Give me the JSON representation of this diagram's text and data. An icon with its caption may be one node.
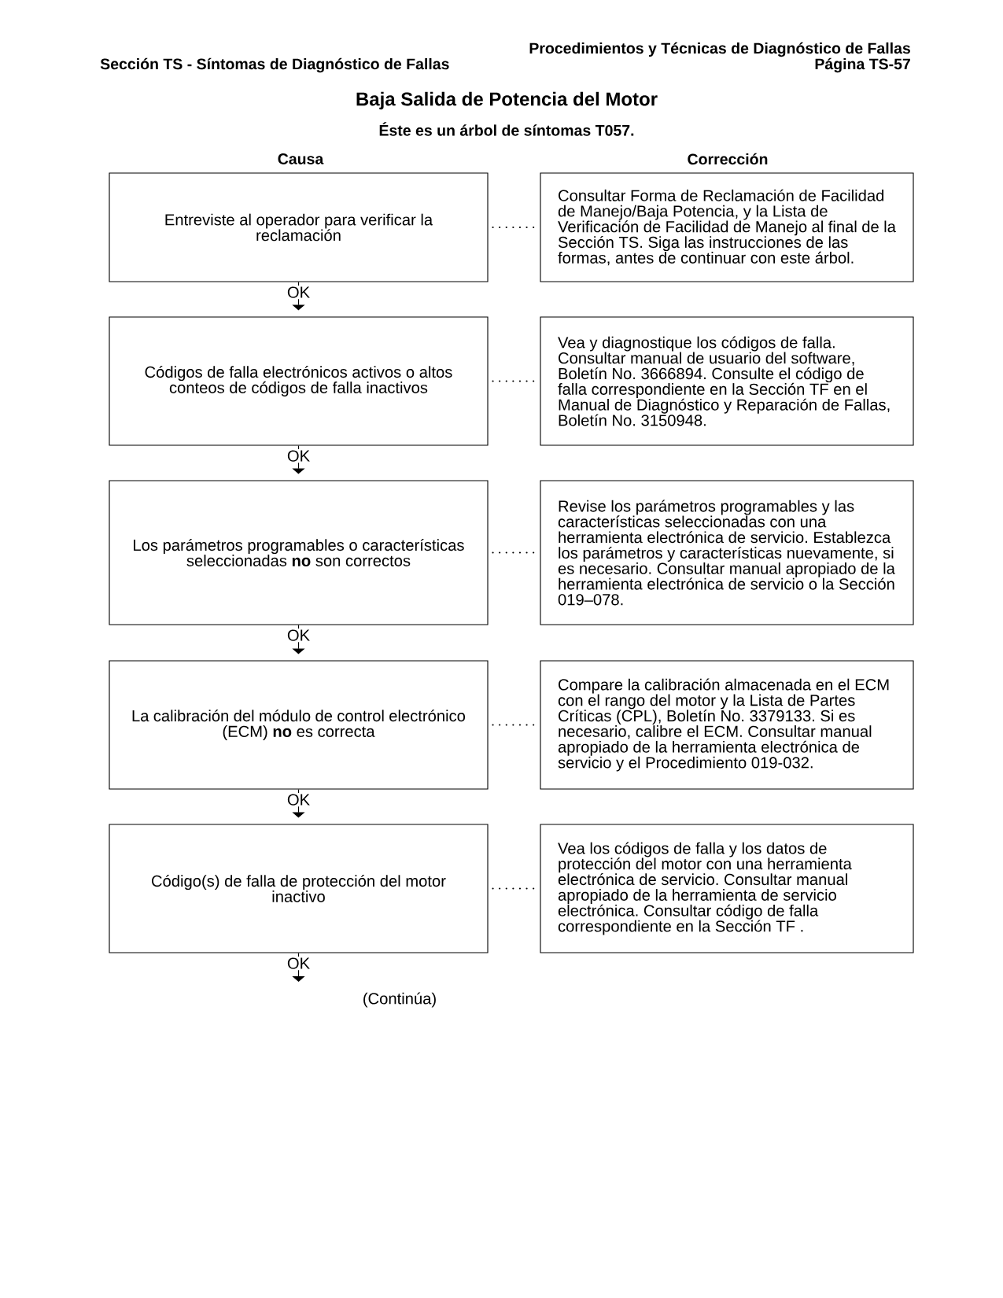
{
  "diagram": {
    "title": "Baja Salida de Potencia del Motor",
    "nodes": [
      {
        "text": [
          "Entreviste al operador para verificar la reclamación"
        ]
      },
      {
        "text": [
          "Consultar Forma de Reclamación de Facilidad de Manejo/Baja Potencia, y la Lista de Verificación de Facilidad de Manejo al final de la Sección TS. Siga las instrucciones de las formas, antes de continuar con este árbol."
        ]
      },
      {
        "text": [
          "Códigos de falla electrónicos activos o altos conteos de códigos de falla inactivos"
        ]
      },
      {
        "text": [
          "Vea y diagnostique los códigos de falla. Consultar manual de usuario del software, Boletín No. 3666894. Consulte el código de falla correspondiente en la Sección TF en el Manual de Diagnóstico y Reparación de Fallas, Boletín No. 3150948."
        ]
      },
      {
        "text": [
          "Los parámetros programables o características seleccionadas **no** son correctos"
        ]
      },
      {
        "text": [
          "Revise los parámetros programables y las características seleccionadas con una herramienta electrónica de servicio. Establezca los parámetros y características nuevamente, si es necesario. Consultar manual apropiado de la herramienta electrónica de servicio o la Sección 019–078."
        ]
      },
      {
        "text": [
          "La calibración del módulo de control electrónico (ECM) **no** es correcta"
        ]
      },
      {
        "text": [
          "Compare la calibración almacenada en el ECM con el rango del motor y la Lista de Partes Críticas (CPL), Boletín No. 3379133. Si es necesario, calibre el ECM. Consultar manual apropiado de la herramienta electrónica de servicio y el Procedimiento 019-032."
        ]
      },
      {
        "text": [
          "Código(s) de falla de protección del motor inactivo"
        ]
      },
      {
        "text": [
          "Vea los códigos de falla y los datos de protección del motor con una herramienta electrónica de servicio. Consultar manual apropiado de la herramienta de servicio electrónica. Consultar código de falla correspondiente en la Sección TF ."
        ]
      }
    ],
    "edges": [
      {
        "from": 0,
        "to": 1,
        "arrow": "none",
        "style": "dashed"
      },
      {
        "from": 0,
        "to": 2,
        "arrow": "to",
        "label": "OK"
      },
      {
        "from": 2,
        "to": 3,
        "arrow": "none",
        "style": "dashed"
      },
      {
        "from": 2,
        "to": 4,
        "arrow": "to",
        "label": "OK"
      },
      {
        "from": 4,
        "to": 5,
        "arrow": "none",
        "style": "dashed"
      },
      {
        "from": 4,
        "to": 6,
        "arrow": "to",
        "label": "OK"
      },
      {
        "from": 6,
        "to": 7,
        "arrow": "none",
        "style": "dashed"
      },
      {
        "from": 6,
        "to": 8,
        "arrow": "to",
        "label": "OK"
      },
      {
        "from": 8,
        "to": 9,
        "arrow": "none",
        "style": "dashed"
      },
      {
        "from": 8,
        "to": null,
        "arrow": "to",
        "label": "OK"
      }
    ],
    "labels": [
      "Procedimientos y Técnicas de Diagnóstico de Fallas",
      "Sección TS - Síntomas de Diagnóstico de Fallas",
      "Página TS-57",
      "Éste es un árbol de síntomas T057.",
      "Causa",
      "Corrección",
      "(Continúa)"
    ]
  }
}
